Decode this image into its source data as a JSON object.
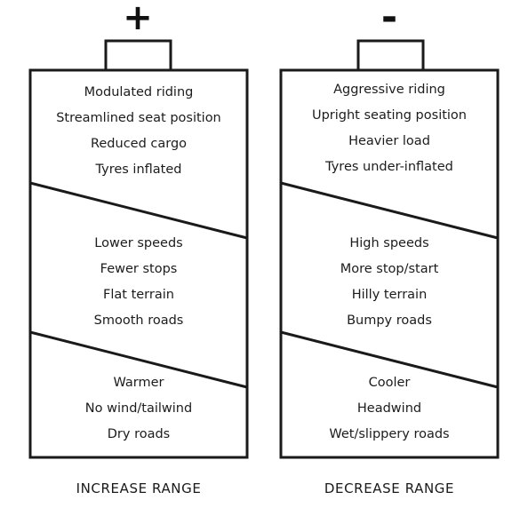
{
  "increase": {
    "sign": "+",
    "caption": "INCREASE RANGE",
    "groups": [
      [
        "Modulated riding",
        "Streamlined seat position",
        "Reduced cargo",
        "Tyres inflated"
      ],
      [
        "Lower speeds",
        "Fewer stops",
        "Flat terrain",
        "Smooth roads"
      ],
      [
        "Warmer",
        "No wind/tailwind",
        "Dry roads"
      ]
    ]
  },
  "decrease": {
    "sign": "-",
    "caption": "DECREASE RANGE",
    "groups": [
      [
        "Aggressive riding",
        "Upright seating position",
        "Heavier load",
        "Tyres under-inflated"
      ],
      [
        "High speeds",
        "More stop/start",
        "Hilly terrain",
        "Bumpy roads"
      ],
      [
        "Cooler",
        "Headwind",
        "Wet/slippery roads"
      ]
    ]
  },
  "colors": {
    "stroke": "#1a1a1a",
    "spellcheck_underline": "#c0392b"
  }
}
